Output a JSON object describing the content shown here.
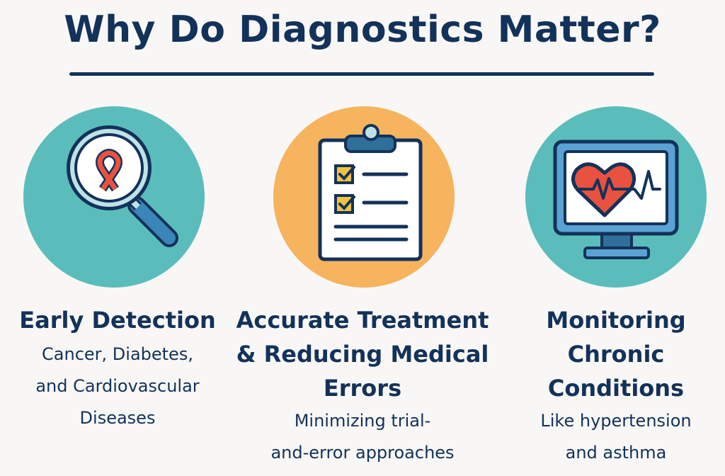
{
  "title": "Why Do Diagnostics Matter?",
  "colors": {
    "navy": "#13325a",
    "teal": "#5bbdbb",
    "orange": "#f6b45e",
    "red": "#e8523f",
    "yellow": "#f1c341",
    "blue": "#3a86b8",
    "background": "#f8f7f5"
  },
  "columns": [
    {
      "icon": "magnifying-glass-ribbon-icon",
      "heading": "Early Detection",
      "description": "Cancer, Diabetes,\nand Cardiovascular\nDiseases"
    },
    {
      "icon": "clipboard-checklist-icon",
      "heading": "Accurate Treatment\n& Reducing Medical\nErrors",
      "description": "Minimizing trial-\nand-error approaches"
    },
    {
      "icon": "heart-monitor-icon",
      "heading": "Monitoring\nChronic\nConditions",
      "description": "Like hypertension\nand asthma"
    }
  ]
}
